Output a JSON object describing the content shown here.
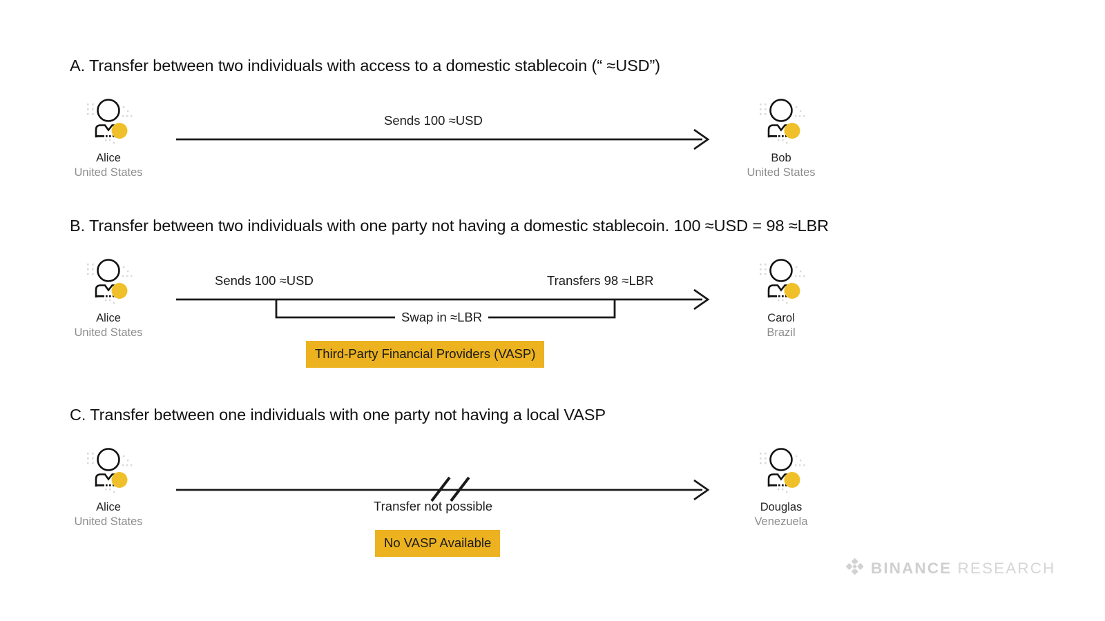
{
  "figure": {
    "background": "#ffffff",
    "accent_yellow": "#ecb21f",
    "line_color": "#1a1a1a",
    "muted_text": "#8d8d8d"
  },
  "sections": [
    {
      "id": "A",
      "heading": "A. Transfer between two individuals with access to a domestic stablecoin (“ ≈USD”)",
      "labels": {
        "arrow_label": "Sends 100 ≈USD"
      },
      "left_person": {
        "name": "Alice",
        "country": "United States"
      },
      "right_person": {
        "name": "Bob",
        "country": "United States"
      }
    },
    {
      "id": "B",
      "heading": "B. Transfer between two individuals with one party not having a domestic stablecoin. 100 ≈USD = 98 ≈LBR",
      "labels": {
        "send_label": "Sends 100 ≈USD",
        "transfer_label": "Transfers 98 ≈LBR",
        "swap_label": "Swap in ≈LBR",
        "badge": "Third-Party Financial Providers (VASP)"
      },
      "left_person": {
        "name": "Alice",
        "country": "United States"
      },
      "right_person": {
        "name": "Carol",
        "country": "Brazil"
      }
    },
    {
      "id": "C",
      "heading": "C. Transfer between one individuals with one party not having a local VASP",
      "labels": {
        "break_label": "Transfer not possible",
        "badge": "No VASP Available"
      },
      "left_person": {
        "name": "Alice",
        "country": "United States"
      },
      "right_person": {
        "name": "Douglas",
        "country": "Venezuela"
      }
    }
  ],
  "footer": {
    "brand": "BINANCE",
    "sub": "RESEARCH",
    "mark": "binance-diamond-icon"
  }
}
